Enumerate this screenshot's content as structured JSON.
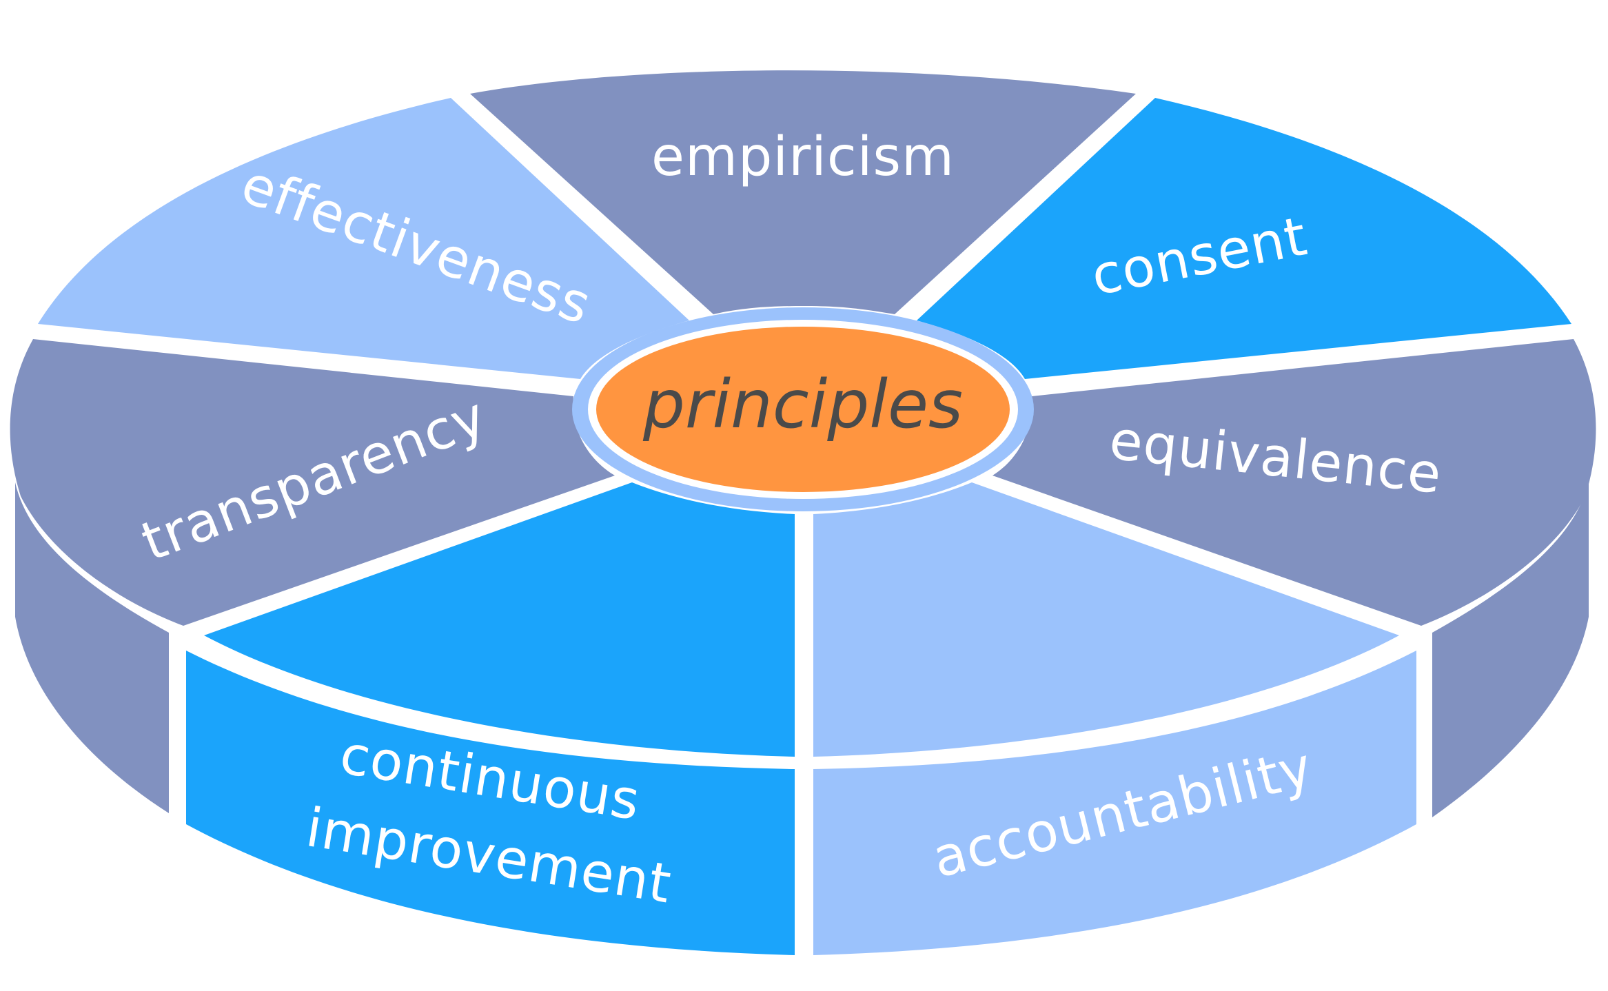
{
  "center": {
    "label": "principles"
  },
  "segments": [
    {
      "key": "empiricism",
      "label": "empiricism"
    },
    {
      "key": "consent",
      "label": "consent"
    },
    {
      "key": "equivalence",
      "label": "equivalence"
    },
    {
      "key": "accountability",
      "label": "accountability"
    },
    {
      "key": "continuous_improvement",
      "label_line1": "continuous",
      "label_line2": "improvement"
    },
    {
      "key": "transparency",
      "label": "transparency"
    },
    {
      "key": "effectiveness",
      "label": "effectiveness"
    }
  ],
  "colors": {
    "slate_blue": "#8191C0",
    "bright_blue": "#1BA4FB",
    "light_blue": "#9BC2FC",
    "orange": "#FF9540",
    "separator": "#ffffff"
  }
}
